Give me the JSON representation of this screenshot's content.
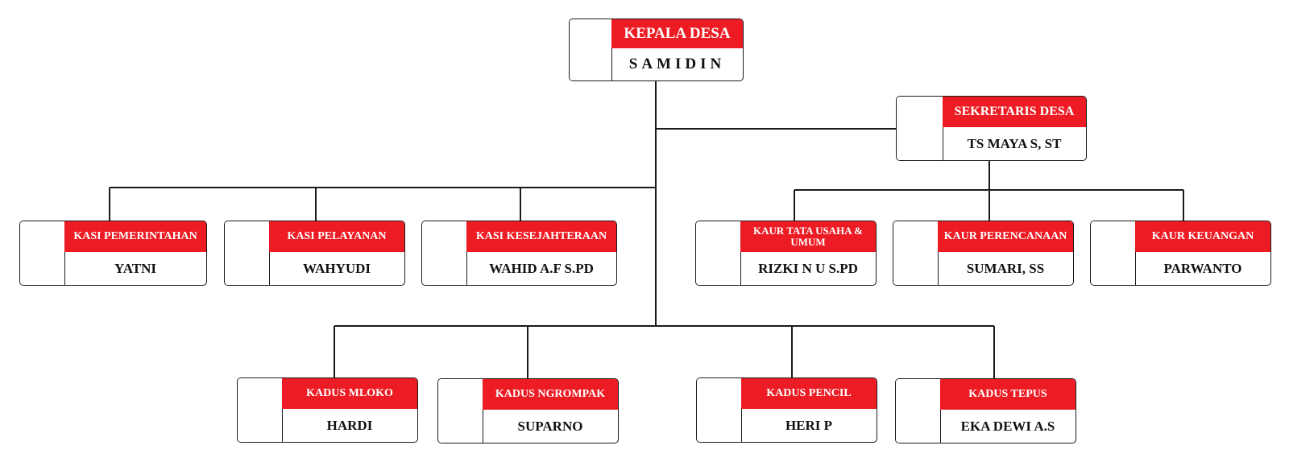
{
  "org": {
    "head": {
      "title": "KEPALA DESA",
      "name": "SAMIDIN"
    },
    "secretary": {
      "title": "SEKRETARIS DESA",
      "name": "TS MAYA S, ST"
    },
    "kasi": [
      {
        "title": "KASI PEMERINTAHAN",
        "name": "YATNI"
      },
      {
        "title": "KASI PELAYANAN",
        "name": "WAHYUDI"
      },
      {
        "title": "KASI KESEJAHTERAAN",
        "name": "WAHID A.F S.PD"
      }
    ],
    "kaur": [
      {
        "title": "KAUR TATA USAHA & UMUM",
        "name": "RIZKI N U S.PD"
      },
      {
        "title": "KAUR PERENCANAAN",
        "name": "SUMARI, SS"
      },
      {
        "title": "KAUR KEUANGAN",
        "name": "PARWANTO"
      }
    ],
    "kadus": [
      {
        "title": "KADUS MLOKO",
        "name": "HARDI"
      },
      {
        "title": "KADUS NGROMPAK",
        "name": "SUPARNO"
      },
      {
        "title": "KADUS PENCIL",
        "name": "HERI P"
      },
      {
        "title": "KADUS TEPUS",
        "name": "EKA DEWI A.S"
      }
    ]
  },
  "colors": {
    "header_red": "#ed1c24",
    "line": "#1a1a1a",
    "background": "#ffffff"
  }
}
